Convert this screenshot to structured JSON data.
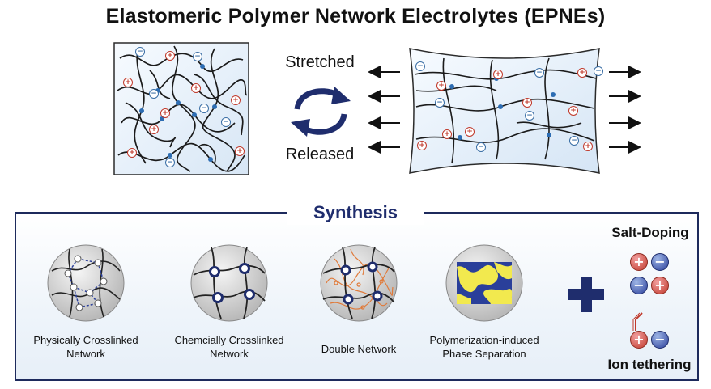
{
  "title": "Elastomeric Polymer Network Electrolytes (EPNEs)",
  "top": {
    "stretched_label": "Stretched",
    "released_label": "Released"
  },
  "synthesis": {
    "title": "Synthesis",
    "methods": [
      {
        "line1": "Physically Crosslinked",
        "line2": "Network"
      },
      {
        "line1": "Chemcially Crosslinked",
        "line2": "Network"
      },
      {
        "line1": "Double Network",
        "line2": ""
      },
      {
        "line1": "Polymerization-induced",
        "line2": "Phase Separation"
      }
    ],
    "salt_doping_label": "Salt-Doping",
    "ion_tethering_label": "Ion tethering"
  },
  "ion_symbols": {
    "cation": "+",
    "anion": "−"
  },
  "colors": {
    "navy": "#1f2d6d",
    "cation_red": "#c0392b",
    "anion_blue": "#3a6ea5",
    "pips_yellow": "#f2e94e",
    "pips_blue": "#2a3f9a",
    "double_network_orange": "#e07a3a"
  }
}
